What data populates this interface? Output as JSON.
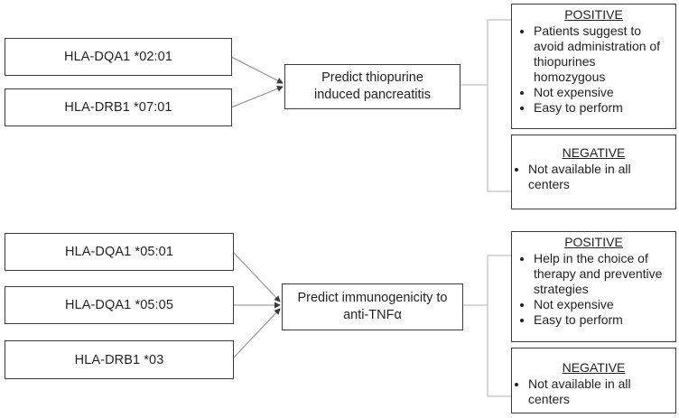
{
  "diagram1": {
    "genes": [
      "HLA-DQA1 *02:01",
      "HLA-DRB1 *07:01"
    ],
    "prediction": "Predict thiopurine\ninduced pancreatitis",
    "positive": {
      "title": "POSITIVE",
      "items": [
        "Patients suggest to avoid administration of thiopurines homozygous",
        "Not expensive",
        "Easy to perform"
      ]
    },
    "negative": {
      "title": "NEGATIVE",
      "items": [
        "Not available in all centers"
      ]
    }
  },
  "diagram2": {
    "genes": [
      "HLA-DQA1 *05:01",
      "HLA-DQA1 *05:05",
      "HLA-DRB1 *03"
    ],
    "prediction": "Predict immunogenicity to\nanti-TNFα",
    "positive": {
      "title": "POSITIVE",
      "items": [
        "Help in the choice of therapy and preventive strategies",
        "Not expensive",
        "Easy to perform"
      ]
    },
    "negative": {
      "title": "NEGATIVE",
      "items": [
        "Not available in all centers"
      ]
    }
  },
  "colors": {
    "border": "#3a3a3a",
    "connector": "#8a8a8a",
    "arrow": "#3a3a3a"
  }
}
